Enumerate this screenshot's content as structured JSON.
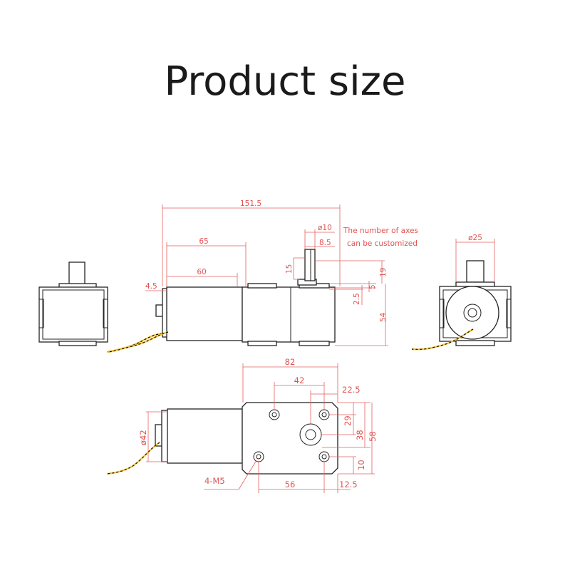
{
  "title": "Product size",
  "colors": {
    "dimension": "#e05252",
    "outline": "#222222",
    "wire_yellow": "#f2c230",
    "wire_black": "#111111"
  },
  "front_view": {
    "dims": {
      "total_length": "151.5",
      "motor_length_65": "65",
      "motor_length_60": "60",
      "offset_4_5": "4.5",
      "shaft_dia": "ø10",
      "flat_8_5": "8.5",
      "shaft_15": "15",
      "shaft_19": "19",
      "step_5": "5",
      "step_2_5": "2.5",
      "height_54": "54"
    },
    "note_line1": "The number of axes",
    "note_line2": "can be customized"
  },
  "side_view": {
    "dims": {
      "dia_25": "ø25"
    }
  },
  "bottom_view": {
    "dims": {
      "width_82": "82",
      "hole_42": "42",
      "offset_22_5": "22.5",
      "motor_dia": "ø42",
      "v_29": "29",
      "v_38": "38",
      "v_58": "58",
      "v_10": "10",
      "h_56": "56",
      "h_12_5": "12.5"
    },
    "hole_spec": "4-M5"
  }
}
